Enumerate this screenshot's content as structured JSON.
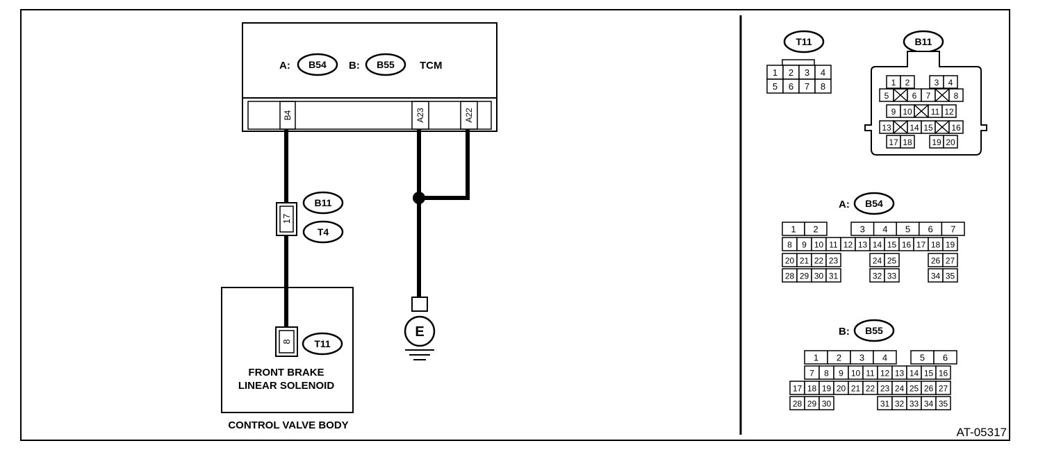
{
  "figure_id": "AT-05317",
  "tcm": {
    "title": "TCM",
    "connA_prefix": "A:",
    "connA_id": "B54",
    "connB_prefix": "B:",
    "connB_id": "B55",
    "terminals": [
      "B4",
      "A23",
      "A22"
    ]
  },
  "junction": {
    "pin": "17",
    "connectors": [
      "B11",
      "T4"
    ]
  },
  "solenoid": {
    "pin": "8",
    "connector": "T11",
    "line1": "FRONT BRAKE",
    "line2": "LINEAR SOLENOID"
  },
  "body_label": "CONTROL VALVE BODY",
  "ground_label": "E",
  "t11": {
    "title": "T11",
    "rows": [
      [
        "1",
        "2",
        "3",
        "4"
      ],
      [
        "5",
        "6",
        "7",
        "8"
      ]
    ]
  },
  "b11": {
    "title": "B11",
    "pins": [
      "1",
      "2",
      "3",
      "4",
      "5",
      "6",
      "7",
      "8",
      "9",
      "10",
      "11",
      "12",
      "13",
      "14",
      "15",
      "16",
      "17",
      "18",
      "19",
      "20"
    ]
  },
  "b54": {
    "prefix": "A:",
    "title": "B54",
    "row1": [
      "1",
      "2",
      "3",
      "4",
      "5",
      "6",
      "7"
    ],
    "row2": [
      "8",
      "9",
      "10",
      "11",
      "12",
      "13",
      "14",
      "15",
      "16",
      "17",
      "18",
      "19"
    ],
    "row3": [
      "20",
      "21",
      "22",
      "23",
      "24",
      "25",
      "26",
      "27"
    ],
    "row4": [
      "28",
      "29",
      "30",
      "31",
      "32",
      "33",
      "34",
      "35"
    ]
  },
  "b55": {
    "prefix": "B:",
    "title": "B55",
    "row1": [
      "1",
      "2",
      "3",
      "4",
      "5",
      "6"
    ],
    "row2": [
      "7",
      "8",
      "9",
      "10",
      "11",
      "12",
      "13",
      "14",
      "15",
      "16"
    ],
    "row3": [
      "17",
      "18",
      "19",
      "20",
      "21",
      "22",
      "23",
      "24",
      "25",
      "26",
      "27"
    ],
    "row4": [
      "28",
      "29",
      "30",
      "31",
      "32",
      "33",
      "34",
      "35"
    ]
  }
}
